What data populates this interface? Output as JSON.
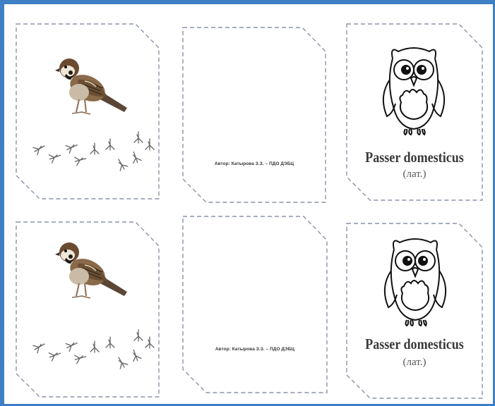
{
  "author_credit": "Автор: Катырова З.З. – ПДО ДЭБЦ",
  "species_latin": "Passer domesticus",
  "species_note": "(лат.)",
  "icons": {
    "bird": "sparrow-photo",
    "tracks": "bird-footprints",
    "owl": "owl-outline-drawing"
  },
  "colors": {
    "frame": "#3f7fc4",
    "card_border": "#8a93a6",
    "text": "#3a3a3a"
  }
}
